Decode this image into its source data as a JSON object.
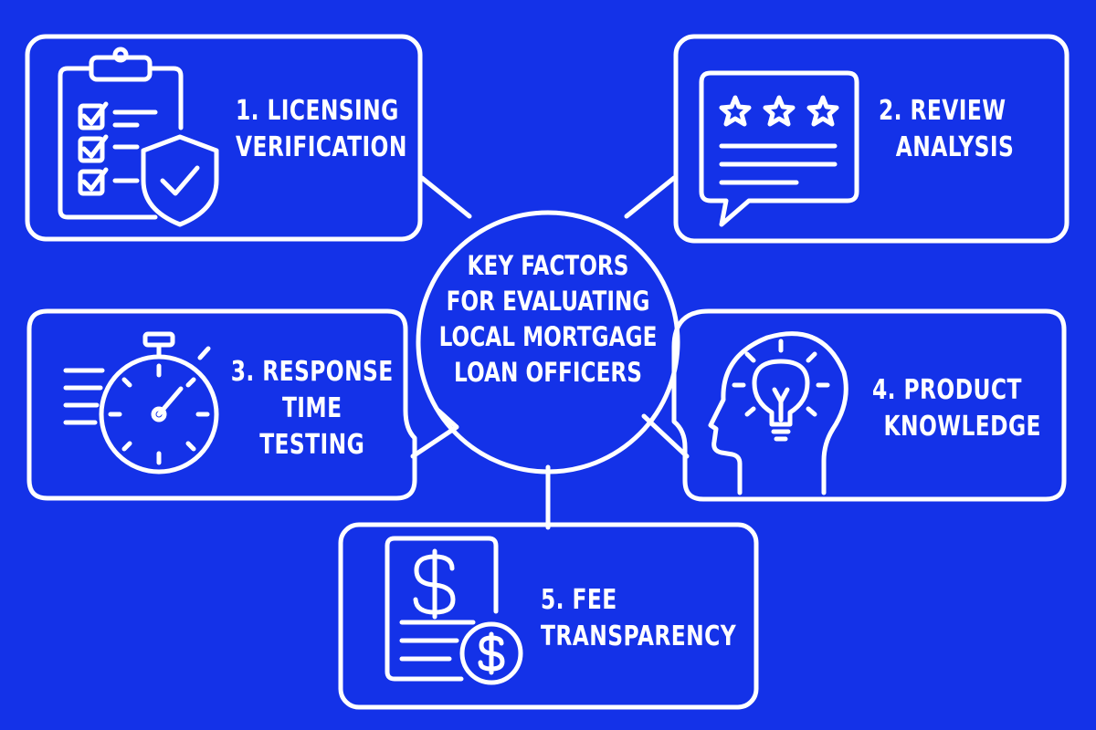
{
  "colors": {
    "background": "#1432e8",
    "stroke": "#ffffff"
  },
  "center": {
    "lines": [
      "KEY FACTORS",
      "FOR EVALUATING",
      "LOCAL MORTGAGE",
      "LOAN OFFICERS"
    ]
  },
  "factors": [
    {
      "icon": "clipboard-shield-icon",
      "lines": [
        "1. LICENSING",
        "VERIFICATION"
      ]
    },
    {
      "icon": "star-review-bubble-icon",
      "lines": [
        "2. REVIEW",
        "ANALYSIS"
      ]
    },
    {
      "icon": "stopwatch-icon",
      "lines": [
        "3. RESPONSE",
        "TIME",
        "TESTING"
      ]
    },
    {
      "icon": "head-lightbulb-icon",
      "lines": [
        "4. PRODUCT",
        "KNOWLEDGE"
      ]
    },
    {
      "icon": "dollar-document-icon",
      "lines": [
        "5. FEE",
        "TRANSPARENCY"
      ]
    }
  ]
}
